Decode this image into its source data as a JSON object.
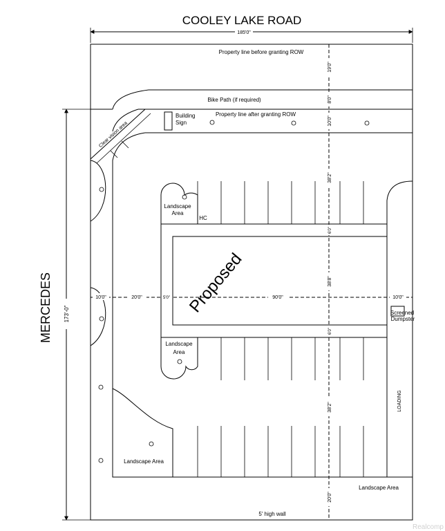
{
  "road_label": "COOLEY LAKE ROAD",
  "side_street_label": "MERCEDES",
  "dimensions": {
    "top_width": "185'0\"",
    "left_height": "173'-0\"",
    "row_setback": "19'0\"",
    "bike_path_width": "8'0\"",
    "grant_strip": "10'0\"",
    "parking_row_upper": "38'2\"",
    "aisle_upper": "6'0\"",
    "building_depth": "38'8\"",
    "aisle_lower": "6'0\"",
    "parking_row_lower": "38'2\"",
    "bottom_buffer": "20'0\"",
    "left_setback": "10'0\"",
    "drive_width": "20'0\"",
    "walk_width": "5'0\"",
    "building_width": "90'0\"",
    "right_setback": "10'0\""
  },
  "labels": {
    "property_line_before": "Property line before granting ROW",
    "bike_path": "Bike Path (if required)",
    "property_line_after": "Property line after granting ROW",
    "building_sign": [
      "Building",
      "Sign"
    ],
    "clear_vision": "Clear vision area",
    "landscape_area_upper": [
      "Landscape",
      "Area"
    ],
    "hc": "HC",
    "proposed": "Proposed",
    "screened_dumpster": [
      "Screened",
      "Dumpster"
    ],
    "landscape_area_lower": [
      "Landscape",
      "Area"
    ],
    "loading": "LOADING",
    "landscape_area_bottom_left": "Landscape Area",
    "landscape_area_bottom_right": "Landscape Area",
    "wall": "5' high wall",
    "watermark": "Realcomp"
  }
}
